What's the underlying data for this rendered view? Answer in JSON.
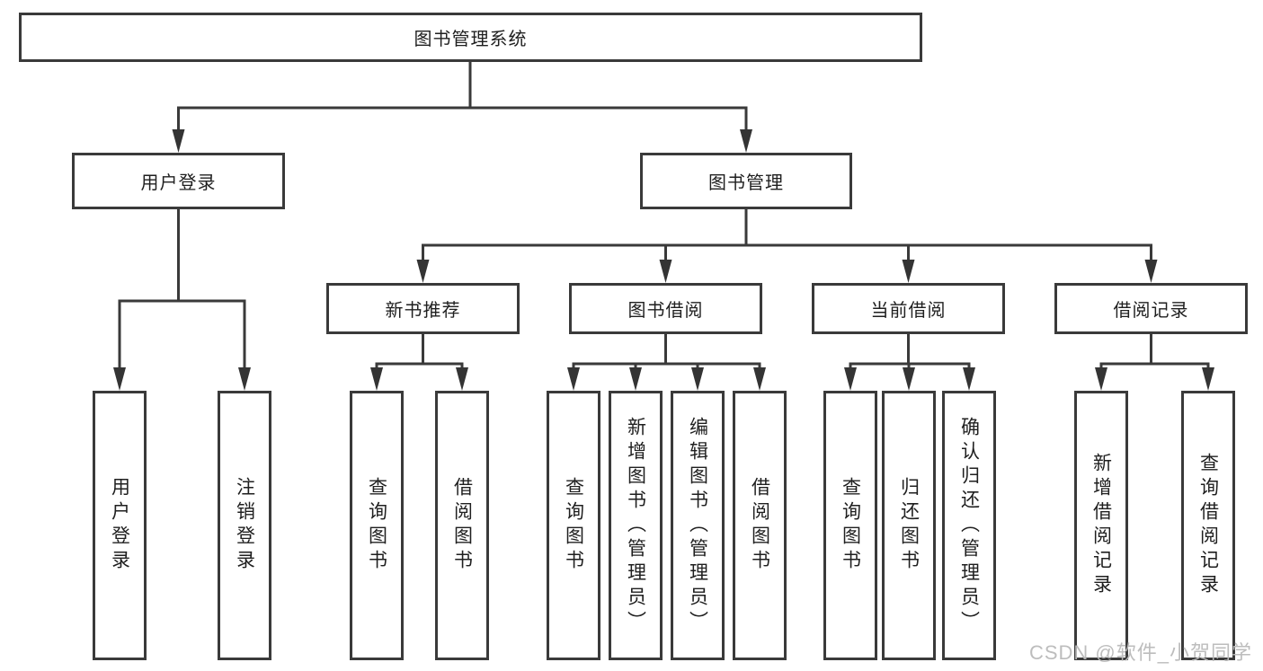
{
  "tree": {
    "root": {
      "label": "图书管理系统"
    },
    "branches": [
      {
        "label": "用户登录",
        "leaves": [
          {
            "label": "用户登录"
          },
          {
            "label": "注销登录"
          }
        ]
      },
      {
        "label": "图书管理",
        "groups": [
          {
            "label": "新书推荐",
            "leaves": [
              {
                "label": "查询图书"
              },
              {
                "label": "借阅图书"
              }
            ]
          },
          {
            "label": "图书借阅",
            "leaves": [
              {
                "label": "查询图书"
              },
              {
                "label": "新增图书（管理员）"
              },
              {
                "label": "编辑图书（管理员）"
              },
              {
                "label": "借阅图书"
              }
            ]
          },
          {
            "label": "当前借阅",
            "leaves": [
              {
                "label": "查询图书"
              },
              {
                "label": "归还图书"
              },
              {
                "label": "确认归还（管理员）"
              }
            ]
          },
          {
            "label": "借阅记录",
            "leaves": [
              {
                "label": "新增借阅记录"
              },
              {
                "label": "查询借阅记录"
              }
            ]
          }
        ]
      }
    ]
  },
  "watermark": "CSDN @软件_小贺同学",
  "colors": {
    "line": "#3a3a3a",
    "text": "#1f1f1f",
    "box_background": "#ffffff",
    "watermark": "#b9b9b9"
  }
}
